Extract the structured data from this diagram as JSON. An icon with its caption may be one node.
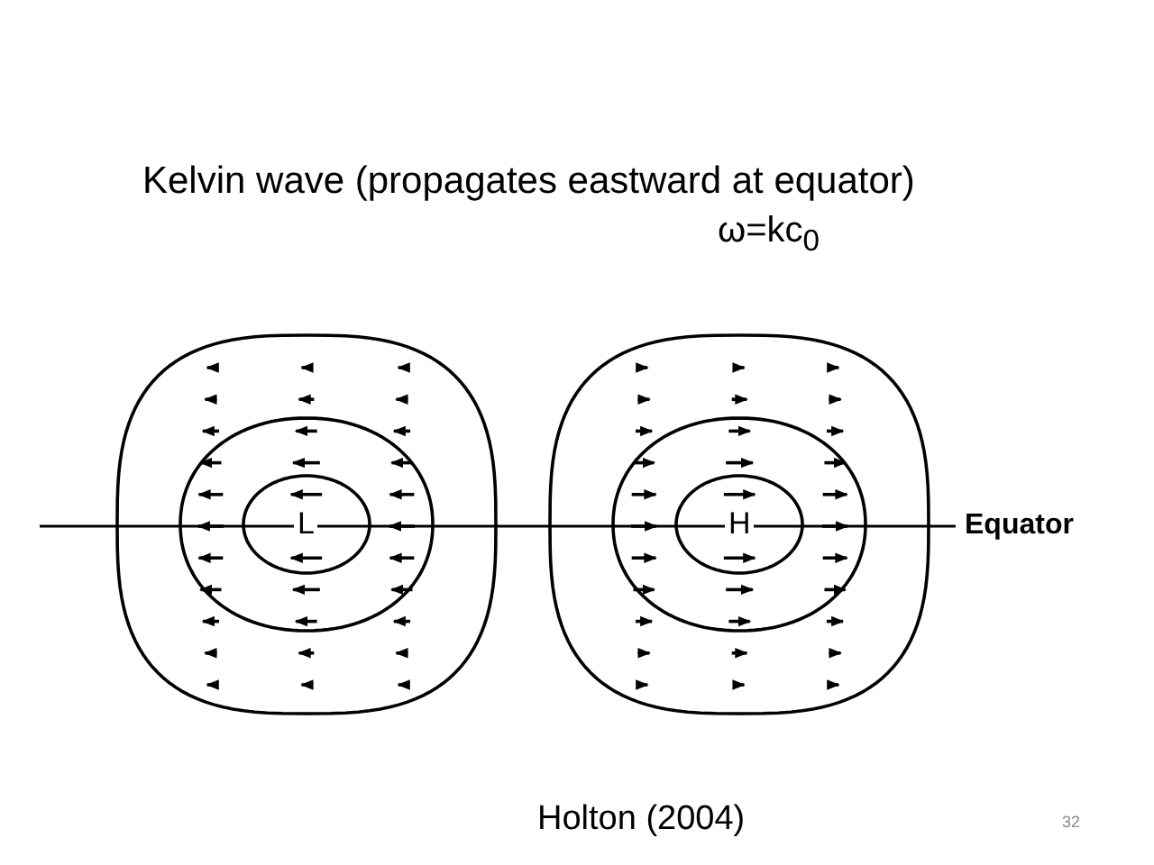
{
  "diagram": {
    "title": "Kelvin wave (propagates eastward at equator)",
    "labels": [
      "ω=kc$_{0}$",
      "L",
      "H",
      "Equator",
      "Holton (2004)",
      "32"
    ]
  }
}
